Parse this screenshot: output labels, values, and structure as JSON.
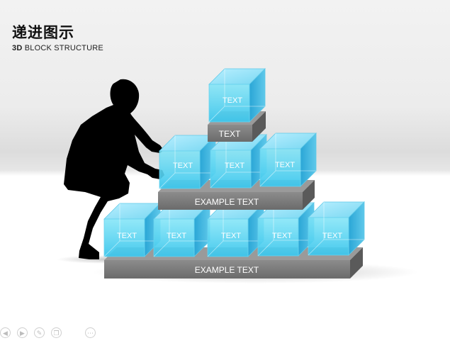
{
  "header": {
    "title": "递进图示",
    "subtitle_bold": "3D",
    "subtitle_rest": " BLOCK STRUCTURE"
  },
  "diagram": {
    "top_cube_label": "TEXT",
    "top_slab_label": "TEXT",
    "middle_cube_labels": [
      "TEXT",
      "TEXT",
      "TEXT"
    ],
    "middle_slab_label": "EXAMPLE TEXT",
    "bottom_cube_labels": [
      "TEXT",
      "TEXT",
      "TEXT",
      "TEXT",
      "TEXT"
    ],
    "bottom_slab_label": "EXAMPLE TEXT"
  },
  "colors": {
    "cube_front": "#4fd0ee",
    "slab_front": "#7a7a7a",
    "figure": "#000000"
  },
  "nav_icons": [
    "prev-icon",
    "next-icon",
    "pen-icon",
    "copy-icon",
    "more-icon"
  ]
}
